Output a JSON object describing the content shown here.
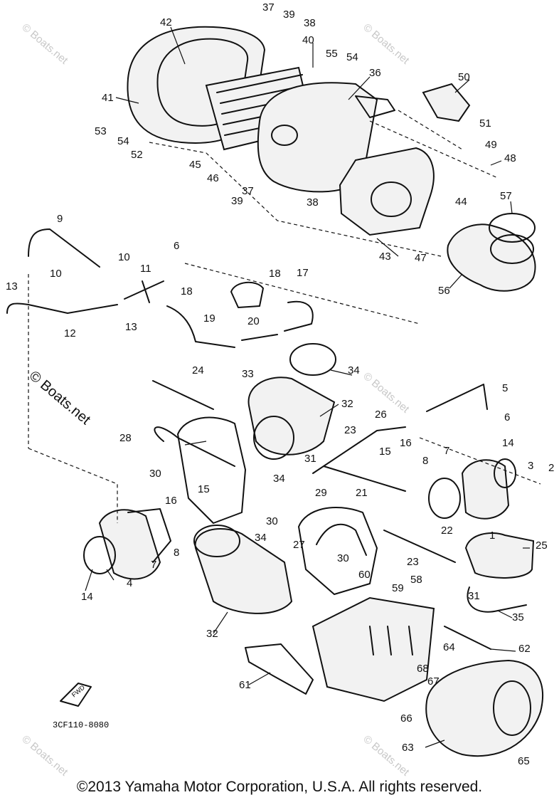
{
  "diagram": {
    "code": "3CF110-8080",
    "copyright": "©2013 Yamaha Motor Corporation, U.S.A. All rights reserved.",
    "watermark": "© Boats.net",
    "fwd_label": "FWD",
    "callouts": [
      "1",
      "2",
      "3",
      "4",
      "5",
      "6",
      "7",
      "8",
      "9",
      "10",
      "11",
      "12",
      "13",
      "14",
      "15",
      "16",
      "17",
      "18",
      "19",
      "20",
      "21",
      "22",
      "23",
      "24",
      "25",
      "26",
      "27",
      "28",
      "29",
      "30",
      "31",
      "32",
      "33",
      "34",
      "35",
      "36",
      "37",
      "38",
      "39",
      "40",
      "41",
      "42",
      "43",
      "44",
      "45",
      "46",
      "47",
      "48",
      "49",
      "50",
      "51",
      "52",
      "53",
      "54",
      "55",
      "56",
      "57",
      "58",
      "59",
      "60",
      "61",
      "62",
      "63",
      "64",
      "65",
      "66",
      "67",
      "68"
    ]
  }
}
